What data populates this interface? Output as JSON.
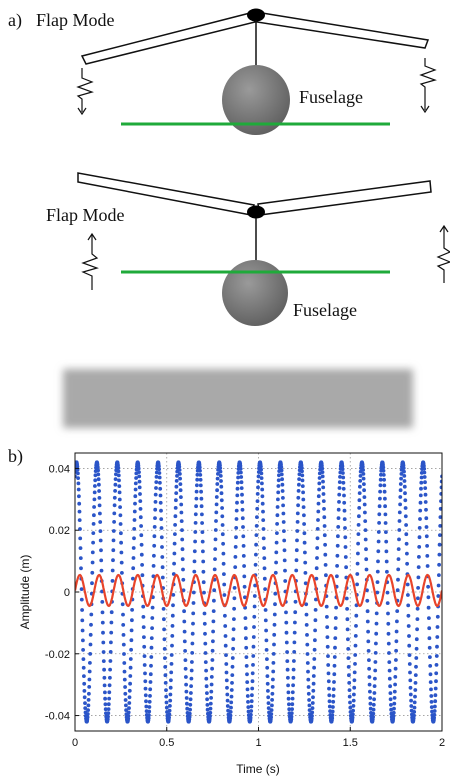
{
  "panel_a": {
    "panel_label": "a)",
    "top": {
      "mode_label": "Flap Mode",
      "body_label": "Fuselage"
    },
    "bottom": {
      "mode_label": "Flap Mode",
      "body_label": "Fuselage"
    },
    "colors": {
      "ground_line": "#1faa3a",
      "fuselage": "#7a7a7a",
      "blur_box": "#a9a9a9"
    }
  },
  "panel_b": {
    "panel_label": "b)",
    "chart_data": {
      "type": "scatter",
      "title": "",
      "xlabel": "Time (s)",
      "ylabel": "Amplitude (m)",
      "xlim": [
        0,
        2
      ],
      "ylim": [
        -0.045,
        0.045
      ],
      "x_ticks": [
        0,
        0.5,
        1,
        1.5,
        2
      ],
      "x_tick_labels": [
        "0",
        "0.5",
        "1",
        "1.5",
        "2"
      ],
      "y_ticks": [
        -0.04,
        -0.02,
        0,
        0.02,
        0.04
      ],
      "y_tick_labels": [
        "-0.04",
        "-0.02",
        "0",
        "0.02",
        "0.04"
      ],
      "grid": true,
      "series": [
        {
          "kind": "scatter-sine",
          "amplitude": 0.042,
          "frequency_hz": 9,
          "phase_rad": 1.1,
          "color": "#2b55c8"
        },
        {
          "kind": "line-sine",
          "amplitude": 0.005,
          "offset": 0.0005,
          "frequency_hz": 9.5,
          "phase_rad": 0,
          "color": "#e8442a"
        }
      ]
    }
  }
}
